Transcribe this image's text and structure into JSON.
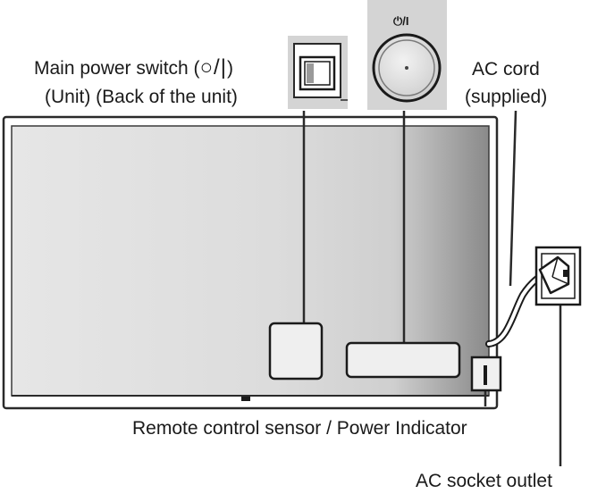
{
  "labels": {
    "main_power_line1_prefix": "Main power switch (",
    "main_power_symbol": "○/|",
    "main_power_line1_suffix": ")",
    "main_power_line2": "(Unit) (Back of the unit)",
    "standby_symbol": "⏻/I",
    "ac_cord_line1": "AC cord",
    "ac_cord_line2": "(supplied)",
    "remote_sensor": "Remote control sensor / Power Indicator",
    "ac_socket": "AC socket outlet"
  },
  "icons": {
    "main_switch": "rocker-switch-icon",
    "standby_button": "power-button-icon",
    "plug": "power-plug-icon",
    "outlet": "wall-outlet-icon"
  }
}
